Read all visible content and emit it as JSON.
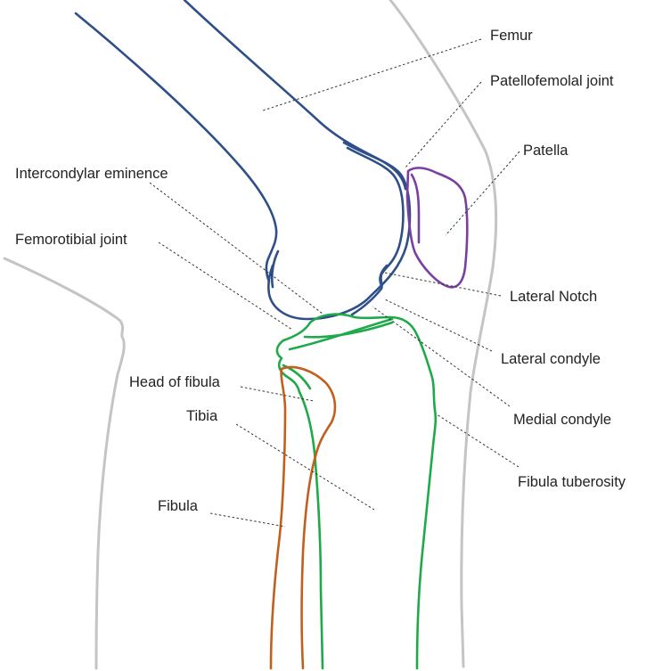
{
  "labels": {
    "femur": "Femur",
    "patellofemoral_joint": "Patellofemolal joint",
    "patella": "Patella",
    "intercondylar_eminence": "Intercondylar eminence",
    "femorotibial_joint": "Femorotibial joint",
    "lateral_notch": "Lateral Notch",
    "lateral_condyle": "Lateral condyle",
    "medial_condyle": "Medial condyle",
    "head_of_fibula": "Head of fibula",
    "tibia": "Tibia",
    "fibula_tuberosity": "Fibula tuberosity",
    "fibula": "Fibula"
  },
  "colors": {
    "femur": "#2f4f8a",
    "patella": "#7a3fa0",
    "tibia": "#1faa4a",
    "fibula": "#c0601c",
    "skin_outline": "#c4c4c4",
    "leader_line": "#333333",
    "text": "#222222"
  }
}
